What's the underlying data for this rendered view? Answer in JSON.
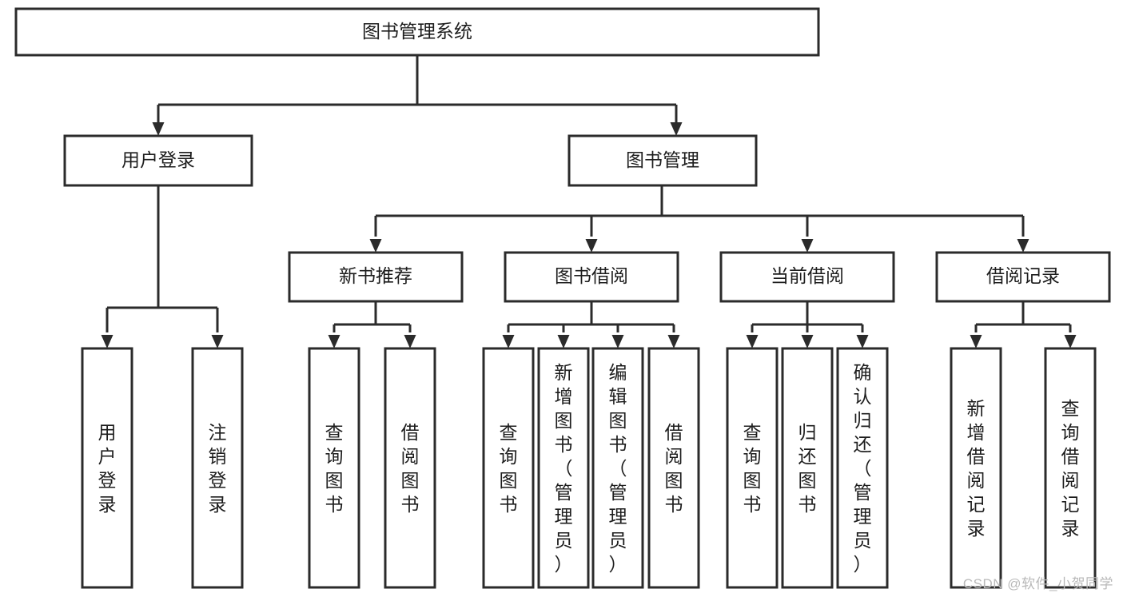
{
  "diagram": {
    "type": "tree-hierarchy",
    "title": "图书管理系统",
    "orientation": "top-down",
    "watermark": "CSDN @软件_小贺同学",
    "colors": {
      "box_stroke": "#2b2b2b",
      "box_fill": "#ffffff",
      "connector": "#2b2b2b",
      "text": "#1d1d1d",
      "watermark": "#b9b9b9",
      "background": "#ffffff"
    },
    "levels": [
      {
        "level": 1,
        "nodes": [
          {
            "id": "root",
            "label": "图书管理系统",
            "orient": "horizontal"
          }
        ]
      },
      {
        "level": 2,
        "nodes": [
          {
            "id": "login",
            "label": "用户登录",
            "orient": "horizontal",
            "parent": "root"
          },
          {
            "id": "bookmgmt",
            "label": "图书管理",
            "orient": "horizontal",
            "parent": "root"
          }
        ]
      },
      {
        "level": 3,
        "nodes": [
          {
            "id": "newbook",
            "label": "新书推荐",
            "orient": "horizontal",
            "parent": "bookmgmt"
          },
          {
            "id": "borrow",
            "label": "图书借阅",
            "orient": "horizontal",
            "parent": "bookmgmt"
          },
          {
            "id": "current",
            "label": "当前借阅",
            "orient": "horizontal",
            "parent": "bookmgmt"
          },
          {
            "id": "records",
            "label": "借阅记录",
            "orient": "horizontal",
            "parent": "bookmgmt"
          }
        ]
      },
      {
        "level": 4,
        "nodes": [
          {
            "id": "leaf-1",
            "label": "用户登录",
            "orient": "vertical",
            "parent": "login"
          },
          {
            "id": "leaf-2",
            "label": "注销登录",
            "orient": "vertical",
            "parent": "login"
          },
          {
            "id": "leaf-3",
            "label": "查询图书",
            "orient": "vertical",
            "parent": "newbook"
          },
          {
            "id": "leaf-4",
            "label": "借阅图书",
            "orient": "vertical",
            "parent": "newbook"
          },
          {
            "id": "leaf-5",
            "label": "查询图书",
            "orient": "vertical",
            "parent": "borrow"
          },
          {
            "id": "leaf-6",
            "label": "新增图书（管理员）",
            "orient": "vertical",
            "parent": "borrow"
          },
          {
            "id": "leaf-7",
            "label": "编辑图书（管理员）",
            "orient": "vertical",
            "parent": "borrow"
          },
          {
            "id": "leaf-8",
            "label": "借阅图书",
            "orient": "vertical",
            "parent": "borrow"
          },
          {
            "id": "leaf-9",
            "label": "查询图书",
            "orient": "vertical",
            "parent": "current"
          },
          {
            "id": "leaf-10",
            "label": "归还图书",
            "orient": "vertical",
            "parent": "current"
          },
          {
            "id": "leaf-11",
            "label": "确认归还（管理员）",
            "orient": "vertical",
            "parent": "current"
          },
          {
            "id": "leaf-12",
            "label": "新增借阅记录",
            "orient": "vertical",
            "parent": "records"
          },
          {
            "id": "leaf-13",
            "label": "查询借阅记录",
            "orient": "vertical",
            "parent": "records"
          }
        ]
      }
    ]
  }
}
